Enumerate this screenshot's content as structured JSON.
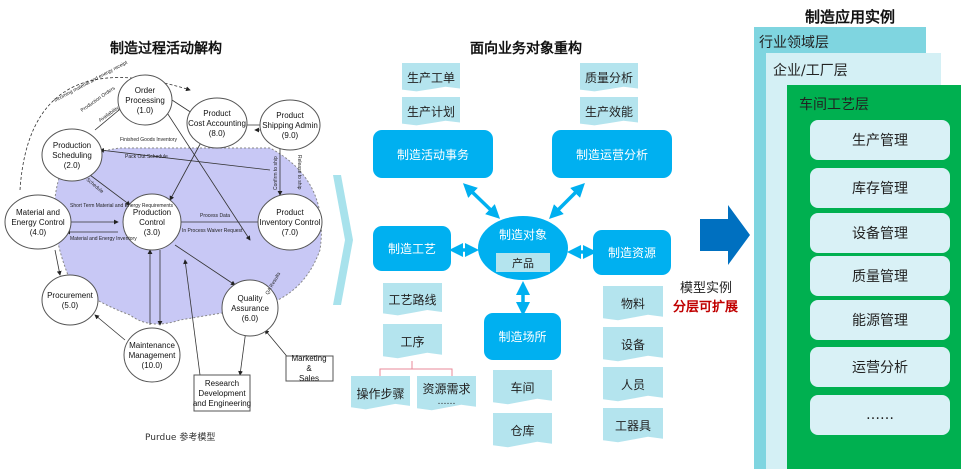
{
  "left": {
    "title": "制造过程活动解构",
    "caption": "Purdue 参考模型",
    "nodes": [
      {
        "name": "Order Processing",
        "num": "(1.0)"
      },
      {
        "name": "Product Cost Accounting",
        "num": "(8.0)"
      },
      {
        "name": "Product Shipping Admin",
        "num": "(9.0)"
      },
      {
        "name": "Production Scheduling",
        "num": "(2.0)"
      },
      {
        "name": "Material and Energy Control",
        "num": "(4.0)"
      },
      {
        "name": "Production Control",
        "num": "(3.0)"
      },
      {
        "name": "Product Inventory Control",
        "num": "(7.0)"
      },
      {
        "name": "Procurement",
        "num": "(5.0)"
      },
      {
        "name": "Quality Assurance",
        "num": "(6.0)"
      },
      {
        "name": "Maintenance Management",
        "num": "(10.0)"
      }
    ],
    "external": [
      "Research Development and Engineering",
      "Marketing & Sales"
    ],
    "flows": [
      "Finished Goods Inventory",
      "Pack Out Schedule",
      "Short Term Material and Energy Requirements",
      "Material and Energy Inventory",
      "Process Data",
      "In Process Waiver Request",
      "Incoming material and energy receipt",
      "Production Orders",
      "Availability",
      "Schedule",
      "Confirm to ship",
      "Release to ship",
      "QA Results",
      "Process Data"
    ]
  },
  "middle": {
    "title": "面向业务对象重构",
    "docs_top_left": [
      "生产工单",
      "生产计划"
    ],
    "docs_top_right": [
      "质量分析",
      "生产效能"
    ],
    "activity": "制造活动事务",
    "operations": "制造运营分析",
    "process": "制造工艺",
    "object": "制造对象",
    "object_item": "产品",
    "resource": "制造资源",
    "site": "制造场所",
    "process_docs": [
      "工艺路线",
      "工序"
    ],
    "step_docs": [
      "操作步骤",
      "资源需求",
      "……"
    ],
    "site_docs": [
      "车间",
      "仓库"
    ],
    "resource_docs": [
      "物料",
      "设备",
      "人员",
      "工器具"
    ]
  },
  "arrow_label": {
    "line1": "模型实例",
    "line2": "分层可扩展"
  },
  "right": {
    "title": "制造应用实例",
    "layers": [
      "行业领域层",
      "企业/工厂层",
      "车间工艺层"
    ],
    "items": [
      "生产管理",
      "库存管理",
      "设备管理",
      "质量管理",
      "能源管理",
      "运营分析",
      "……"
    ]
  },
  "colors": {
    "object_blue": "#00b0f0",
    "doc_blue": "#b4e4ee",
    "layer1": "#7fd5e0",
    "layer2": "#d4f0f5",
    "layer3_green": "#00b050",
    "accent_red": "#c00000",
    "purple_region": "#c8c8f5"
  }
}
